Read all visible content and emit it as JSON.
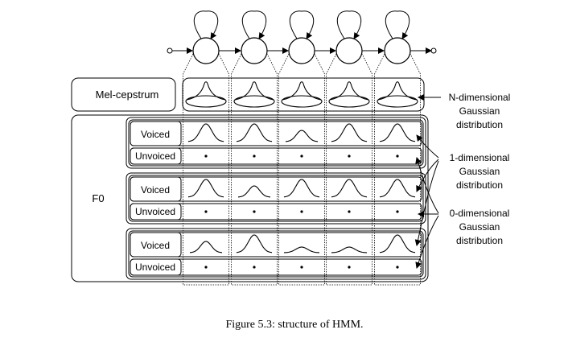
{
  "labels": {
    "mel": "Mel-cepstrum",
    "f0": "F0",
    "voiced": "Voiced",
    "unvoiced": "Unvoiced"
  },
  "annotations": {
    "n_dim": [
      "N-dimensional",
      "Gaussian",
      "distribution"
    ],
    "one_dim": [
      "1-dimensional",
      "Gaussian",
      "distribution"
    ],
    "zero_dim": [
      "0-dimensional",
      "Gaussian",
      "distribution"
    ]
  },
  "caption": "Figure 5.3: structure of HMM.",
  "structure": {
    "states": 5,
    "f0_streams": 3,
    "voiced_curve_shapes": [
      [
        "sharp",
        "sharp",
        "medium",
        "sharp",
        "sharp"
      ],
      [
        "sharp",
        "medium",
        "sharp",
        "sharp",
        "sharp"
      ],
      [
        "medium",
        "sharp",
        "flat",
        "flat",
        "sharp"
      ]
    ]
  }
}
